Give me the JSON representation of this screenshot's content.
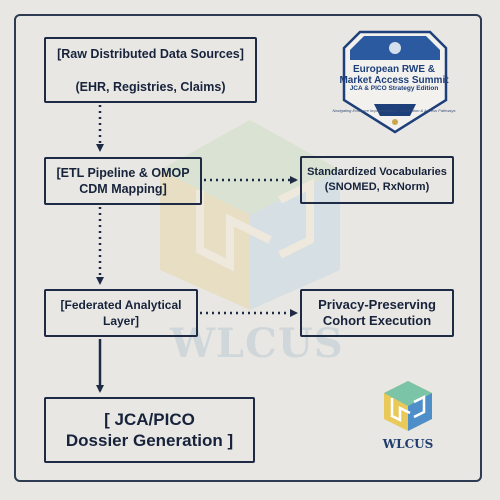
{
  "diagram": {
    "nodes": [
      {
        "id": "n1",
        "lines": [
          "[Raw Distributed Data Sources]",
          "(EHR, Registries, Claims)"
        ]
      },
      {
        "id": "n2",
        "lines": [
          "[ETL Pipeline & OMOP",
          "CDM Mapping]"
        ]
      },
      {
        "id": "n3",
        "lines": [
          "Standardized Vocabularies",
          "(SNOMED, RxNorm)"
        ]
      },
      {
        "id": "n4",
        "lines": [
          "[Federated Analytical",
          "Layer]"
        ]
      },
      {
        "id": "n5",
        "lines": [
          "Privacy-Preserving",
          "Cohort Execution"
        ]
      },
      {
        "id": "n6",
        "lines": [
          "[ JCA/PICO",
          "Dossier Generation ]"
        ]
      }
    ],
    "edges": [
      {
        "from": "n1",
        "to": "n2",
        "style": "dotted"
      },
      {
        "from": "n2",
        "to": "n3",
        "style": "dotted"
      },
      {
        "from": "n2",
        "to": "n4",
        "style": "dotted"
      },
      {
        "from": "n4",
        "to": "n5",
        "style": "dotted"
      },
      {
        "from": "n4",
        "to": "n6",
        "style": "solid"
      }
    ]
  },
  "badge": {
    "title_line1": "European RWE &",
    "title_line2": "Market Access Summit",
    "subtitle": "JCA & PICO Strategy Edition",
    "tagline": "Navigating Evidence Implementation, Generation & Access Pathways",
    "colors": {
      "primary": "#1d3f7a",
      "accent": "#c9a64a"
    }
  },
  "watermark": {
    "text": "WLCUS"
  },
  "logo": {
    "text": "WLCUS"
  },
  "colors": {
    "box_border": "#1f2b45",
    "arrow": "#1f2b45",
    "background": "#e9e7e3"
  }
}
